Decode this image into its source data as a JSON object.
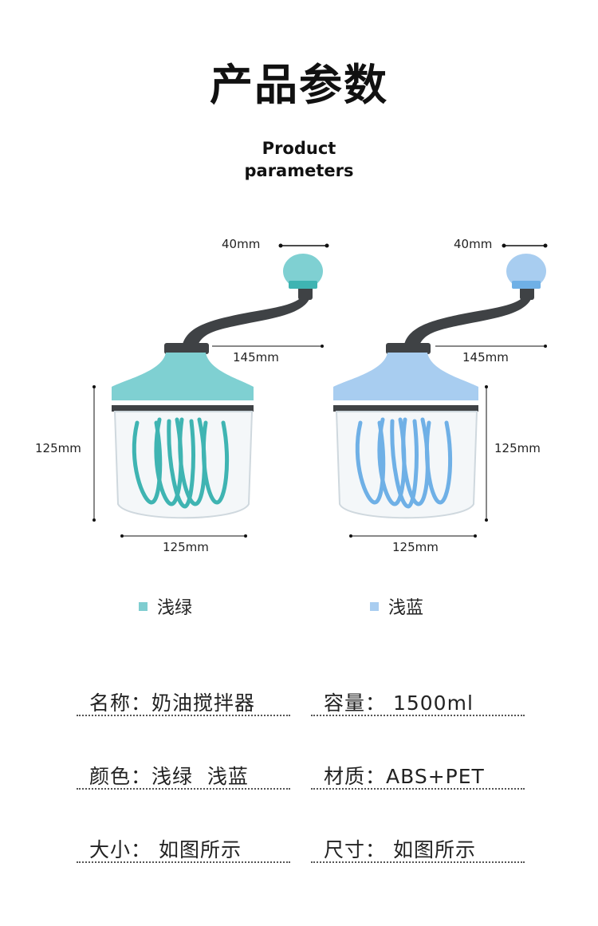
{
  "header": {
    "title_cn": "产品参数",
    "title_en_line1": "Product",
    "title_en_line2": "parameters"
  },
  "products": [
    {
      "knob_dim": "40mm",
      "handle_dim": "145mm",
      "height_dim": "125mm",
      "width_dim": "125mm",
      "color_name": "浅绿",
      "color": "#7fcdd0"
    },
    {
      "knob_dim": "40mm",
      "handle_dim": "145mm",
      "height_dim": "125mm",
      "width_dim": "125mm",
      "color_name": "浅蓝",
      "color": "#a9cdf0"
    }
  ],
  "params": [
    {
      "label": "名称：",
      "value": "奶油搅拌器"
    },
    {
      "label": "容量：",
      "value": " 1500ml"
    },
    {
      "label": "颜色：",
      "value": "浅绿  浅蓝"
    },
    {
      "label": "材质：",
      "value": "ABS+PET"
    },
    {
      "label": "大小：",
      "value": " 如图所示"
    },
    {
      "label": "尺寸：",
      "value": " 如图所示"
    }
  ],
  "colors": {
    "green_body": "#7fd0d2",
    "green_whisk": "#3fb4b2",
    "blue_body": "#a8cdf0",
    "blue_whisk": "#6fb0e6",
    "handle": "#3f4245"
  }
}
